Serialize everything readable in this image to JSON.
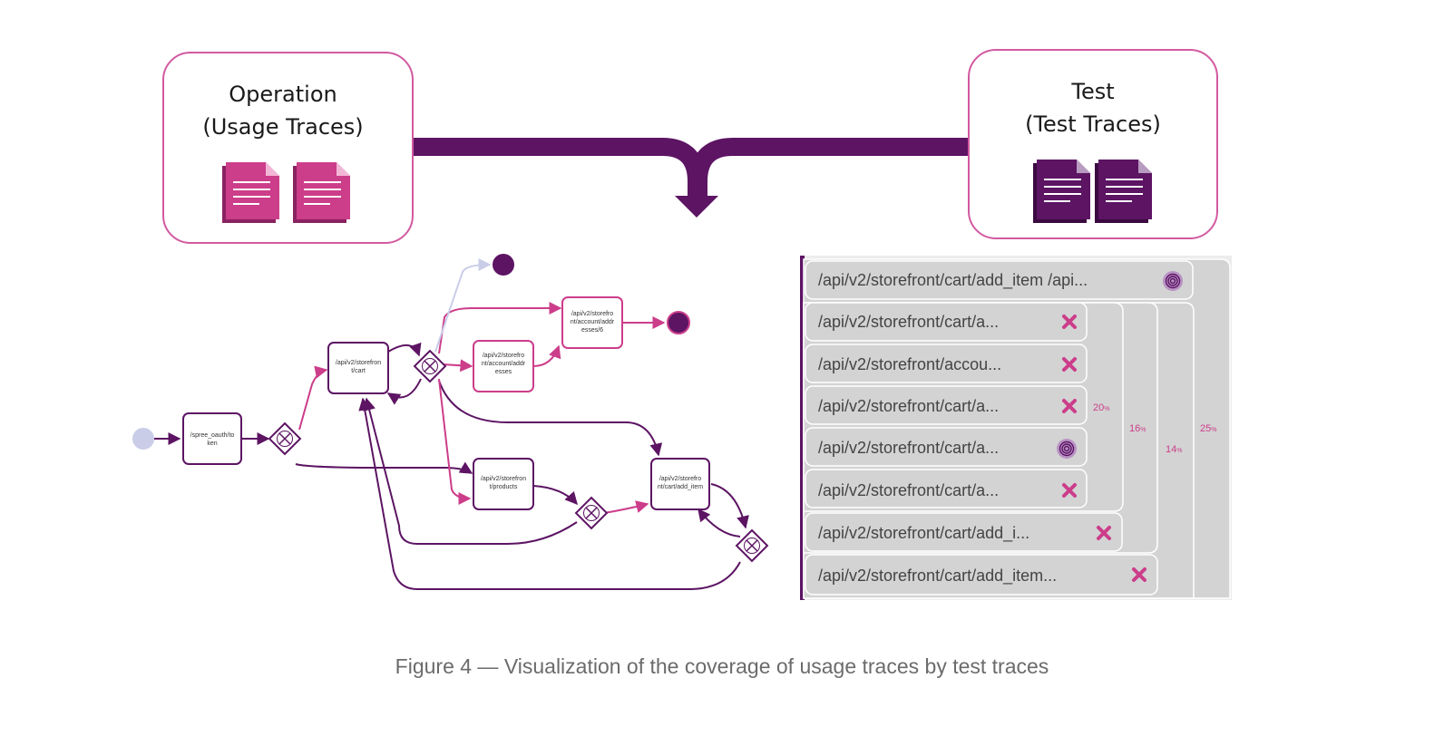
{
  "colors": {
    "pink": "#cc3d8a",
    "purple": "#5c1463",
    "light_lavender": "#c9cde8",
    "panel_grey": "#d3d3d3",
    "caption": "#6b6b6b"
  },
  "operation_box": {
    "title_line1": "Operation",
    "title_line2": "(Usage Traces)",
    "icon": "document-icon"
  },
  "test_box": {
    "title_line1": "Test",
    "title_line2": "(Test Traces)",
    "icon": "document-icon"
  },
  "flow": {
    "nodes": [
      {
        "id": "token",
        "lines": [
          "/spree_oauth/to",
          "ken"
        ]
      },
      {
        "id": "cart",
        "lines": [
          "/api/v2/storefron",
          "t/cart"
        ]
      },
      {
        "id": "addresses",
        "lines": [
          "/api/v2/storefro",
          "nt/account/addr",
          "esses"
        ]
      },
      {
        "id": "address6",
        "lines": [
          "/api/v2/storefro",
          "nt/account/addr",
          "esses/6"
        ]
      },
      {
        "id": "products",
        "lines": [
          "/api/v2/storefron",
          "t/products"
        ]
      },
      {
        "id": "add_item",
        "lines": [
          "/api/v2/storefro",
          "nt/cart/add_item"
        ]
      }
    ]
  },
  "traces": {
    "rows": [
      {
        "label": "/api/v2/storefront/cart/add_item /api...",
        "status": "fingerprint"
      },
      {
        "label": "/api/v2/storefront/cart/a...",
        "status": "x"
      },
      {
        "label": "/api/v2/storefront/accou...",
        "status": "x"
      },
      {
        "label": "/api/v2/storefront/cart/a...",
        "status": "x"
      },
      {
        "label": "/api/v2/storefront/cart/a...",
        "status": "fingerprint"
      },
      {
        "label": "/api/v2/storefront/cart/a...",
        "status": "x"
      },
      {
        "label": "/api/v2/storefront/cart/add_i...",
        "status": "x"
      },
      {
        "label": "/api/v2/storefront/cart/add_item...",
        "status": "x"
      }
    ],
    "groups": [
      {
        "value": "20",
        "unit": "%"
      },
      {
        "value": "16",
        "unit": "%"
      },
      {
        "value": "14",
        "unit": "%"
      },
      {
        "value": "25",
        "unit": "%"
      }
    ]
  },
  "caption": "Figure 4 — Visualization of the coverage of usage traces by test traces"
}
